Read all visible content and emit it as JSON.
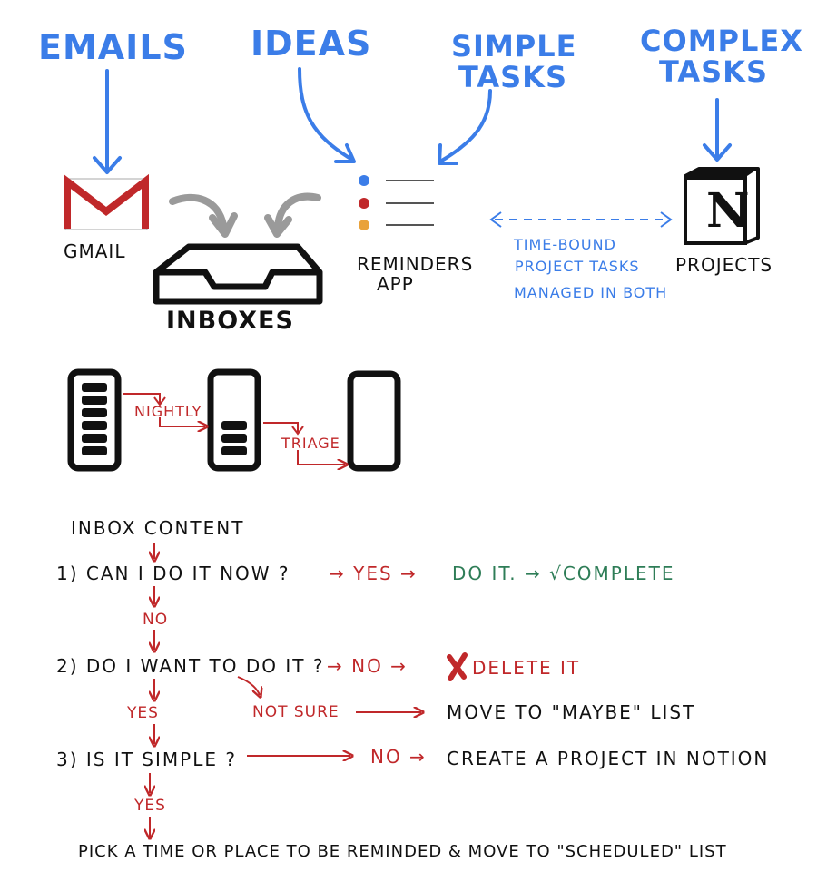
{
  "sources": {
    "emails": "Emails",
    "ideas": "Ideas",
    "simple_tasks_line1": "Simple",
    "simple_tasks_line2": "Tasks",
    "complex_tasks_line1": "Complex",
    "complex_tasks_line2": "Tasks"
  },
  "apps": {
    "gmail": "Gmail",
    "inboxes": "Inboxes",
    "reminders_line1": "Reminders",
    "reminders_line2": "App",
    "projects": "Projects",
    "notion_logo_letter": "N"
  },
  "note": {
    "line1": "Time-Bound",
    "line2": "Project Tasks",
    "line3": "Managed in Both"
  },
  "process": {
    "nightly": "Nightly",
    "triage": "Triage"
  },
  "flow": {
    "inbox_content": "Inbox content",
    "q1": "1) Can I do it now ?",
    "q1_yes": "→ Yes →",
    "q1_action": "Do it. → √Complete",
    "q1_no": "No",
    "q2": "2) Do I want to do it ?",
    "q2_no": "→ No →",
    "q2_action": "Delete it",
    "q2_yes": "Yes",
    "q2_not_sure": "Not sure",
    "q2_not_sure_action": "Move to \"Maybe\" list",
    "q3": "3) Is it simple ?",
    "q3_no": "No →",
    "q3_action": "Create a project in Notion",
    "q3_yes": "Yes",
    "final": "Pick a time or place to be reminded & move to \"Scheduled\" list"
  },
  "colors": {
    "blue": "#3b7de8",
    "red": "#c0282a",
    "green": "#2e7d57",
    "gray_arrow": "#9a9a9a",
    "ink": "#111111",
    "dot_blue": "#3b7de8",
    "dot_red": "#c0282a",
    "dot_orange": "#e9a23b"
  },
  "icons": [
    "gmail-icon",
    "inbox-tray-icon",
    "reminders-list-icon",
    "notion-icon",
    "inbox-full-icon",
    "inbox-half-icon",
    "inbox-empty-icon",
    "x-mark-icon"
  ]
}
